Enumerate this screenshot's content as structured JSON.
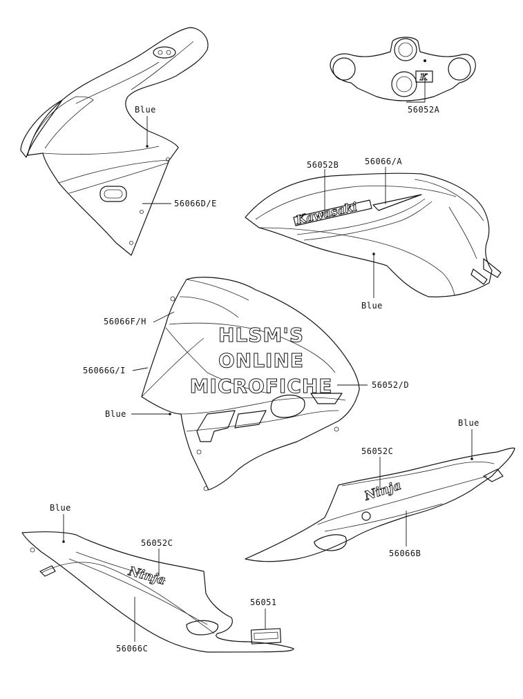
{
  "watermark": {
    "line1": "HLSM'S",
    "line2": "ONLINE",
    "line3": "MICROFICHE"
  },
  "decal_text": {
    "kawasaki": "Kawasaki",
    "ninja_1": "Ninja",
    "ninja_2": "Ninja",
    "k_logo": "K"
  },
  "labels": {
    "p_56052A": "56052A",
    "p_56052B": "56052B",
    "p_56066A": "56066/A",
    "blue_tank": "Blue",
    "blue_upper_cowl": "Blue",
    "p_56066DE": "56066D/E",
    "p_56066FH": "56066F/H",
    "p_56066GI": "56066G/I",
    "p_56052D": "56052/D",
    "blue_mid_cowl": "Blue",
    "blue_tail_right": "Blue",
    "p_56052C_right": "56052C",
    "p_56066B": "56066B",
    "blue_tail_left": "Blue",
    "p_56052C_left": "56052C",
    "p_56051": "56051",
    "p_56066C": "56066C"
  }
}
